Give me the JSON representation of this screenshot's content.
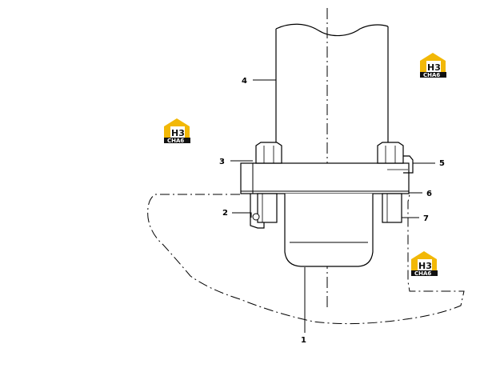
{
  "callouts": [
    "1",
    "2",
    "3",
    "4",
    "5",
    "6",
    "7"
  ],
  "watermark": {
    "mark": "H3",
    "word": "CHA6",
    "color": "#f2b807"
  }
}
